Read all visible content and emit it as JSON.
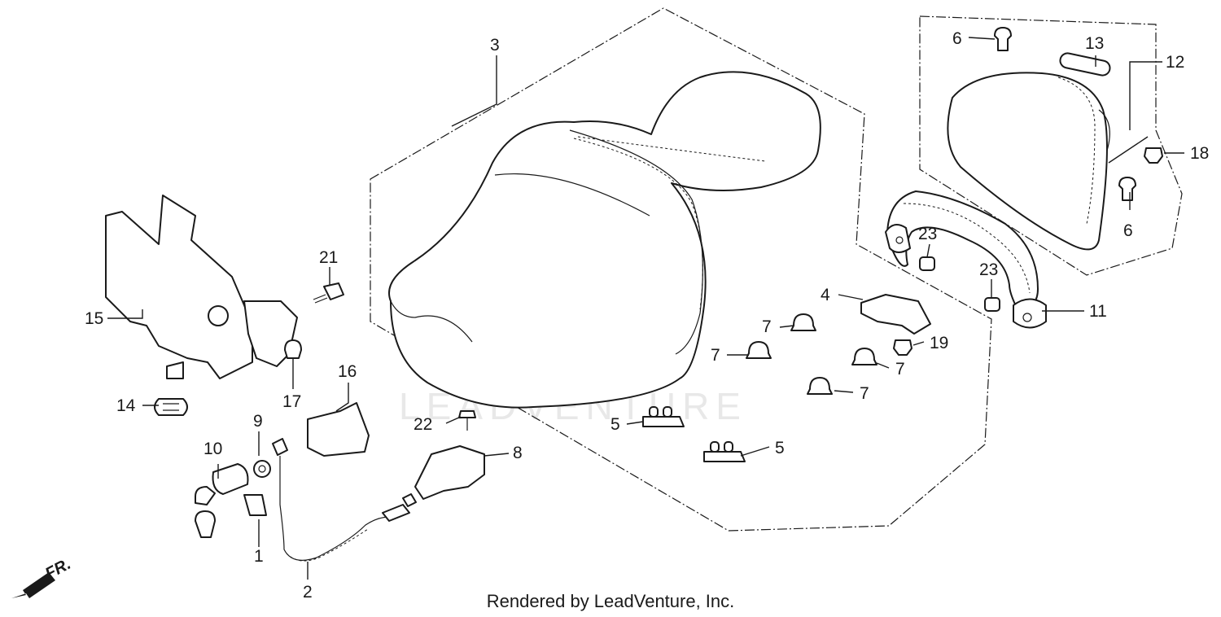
{
  "callouts": {
    "c1": "1",
    "c2": "2",
    "c3": "3",
    "c4": "4",
    "c5a": "5",
    "c5b": "5",
    "c6a": "6",
    "c6b": "6",
    "c7a": "7",
    "c7b": "7",
    "c7c": "7",
    "c7d": "7",
    "c8": "8",
    "c9": "9",
    "c10": "10",
    "c11": "11",
    "c12": "12",
    "c13": "13",
    "c14": "14",
    "c15": "15",
    "c16": "16",
    "c17": "17",
    "c18": "18",
    "c19": "19",
    "c21": "21",
    "c22": "22",
    "c23a": "23",
    "c23b": "23"
  },
  "direction_label": "FR.",
  "watermark": "LEADVENTURE",
  "credit": "Rendered by LeadVenture, Inc."
}
